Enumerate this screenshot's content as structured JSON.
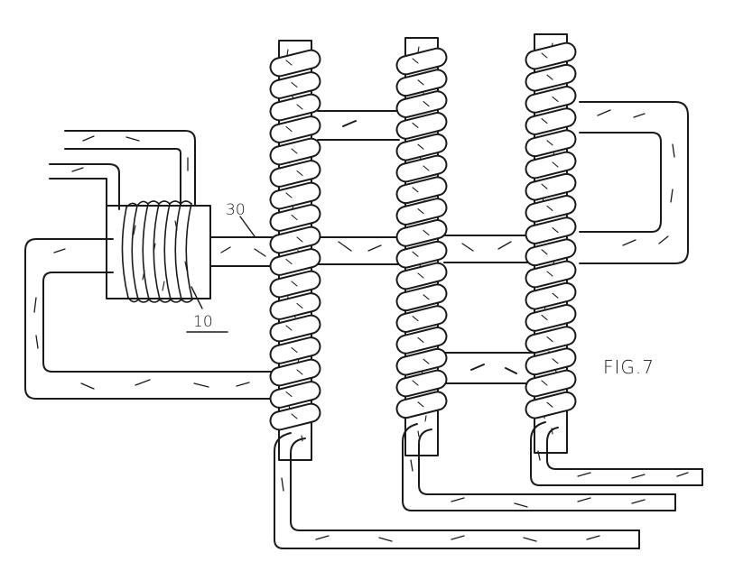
{
  "figure": {
    "label": "FIG.7",
    "callouts": {
      "cable_30": "30",
      "coil_10": "10"
    }
  },
  "colors": {
    "ink": "#1a1a1a",
    "paper": "#ffffff"
  }
}
